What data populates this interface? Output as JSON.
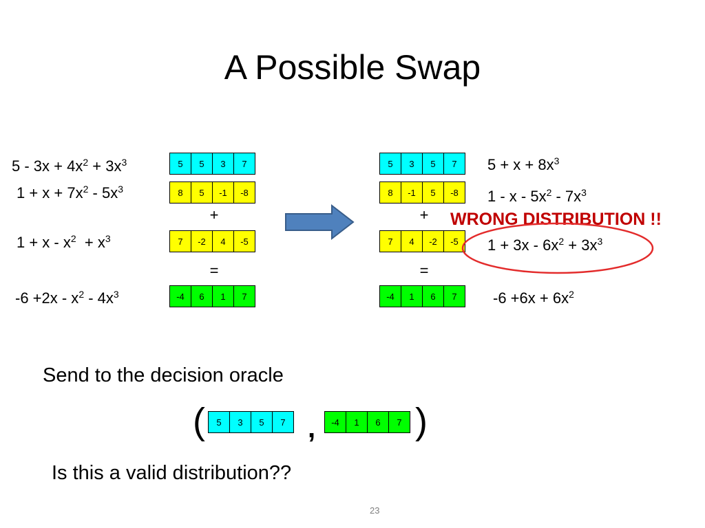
{
  "title": "A Possible Swap",
  "colors": {
    "cyan": "#00ffff",
    "yellow": "#ffff00",
    "green": "#00ff00",
    "arrow": "#4f81bd",
    "arrow_stroke": "#385d8a",
    "warning": "#c00000",
    "ellipse": "#e32b2b"
  },
  "left": {
    "polys": [
      {
        "text": "5 - 3x + 4x",
        "s1": "2",
        "m1": " + 3x",
        "s2": "3",
        "tail": ""
      },
      {
        "text": "1 + x + 7x",
        "s1": "2",
        "m1": " - 5x",
        "s2": "3",
        "tail": ""
      },
      {
        "text": "1 + x - x",
        "s1": "2",
        "m1": "  + x",
        "s2": "3",
        "tail": ""
      },
      {
        "text": "-6 +2x - x",
        "s1": "2",
        "m1": " - 4x",
        "s2": "3",
        "tail": ""
      }
    ],
    "rows": [
      [
        "5",
        "5",
        "3",
        "7"
      ],
      [
        "8",
        "5",
        "-1",
        "-8"
      ],
      [
        "7",
        "-2",
        "4",
        "-5"
      ],
      [
        "-4",
        "6",
        "1",
        "7"
      ]
    ],
    "plus": "+",
    "equals": "="
  },
  "right": {
    "polys": [
      {
        "text": "5 + x + 8x",
        "s1": "3",
        "m1": "",
        "s2": "",
        "tail": ""
      },
      {
        "text": "1 - x - 5x",
        "s1": "2",
        "m1": " - 7x",
        "s2": "3",
        "tail": ""
      },
      {
        "text": "1 + 3x - 6x",
        "s1": "2",
        "m1": " + 3x",
        "s2": "3",
        "tail": ""
      },
      {
        "text": "-6 +6x + 6x",
        "s1": "2",
        "m1": "",
        "s2": "",
        "tail": ""
      }
    ],
    "rows": [
      [
        "5",
        "3",
        "5",
        "7"
      ],
      [
        "8",
        "-1",
        "5",
        "-8"
      ],
      [
        "7",
        "4",
        "-2",
        "-5"
      ],
      [
        "-4",
        "1",
        "6",
        "7"
      ]
    ],
    "plus": "+",
    "equals": "="
  },
  "warning": "WRONG DISTRIBUTION !!",
  "send_text": "Send to the decision oracle",
  "tuple": {
    "open": "(",
    "comma": ",",
    "close": ")",
    "first": [
      "5",
      "3",
      "5",
      "7"
    ],
    "second": [
      "-4",
      "1",
      "6",
      "7"
    ]
  },
  "question": "Is this a valid distribution??",
  "page_number": "23",
  "icons": {
    "arrow": "right-arrow-icon",
    "ellipse": "highlight-ellipse"
  }
}
